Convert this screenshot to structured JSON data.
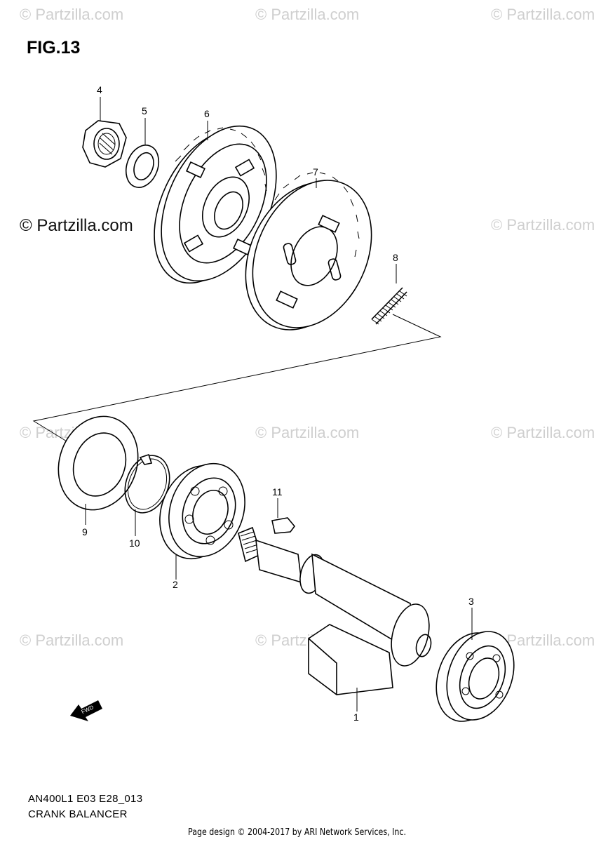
{
  "figure": {
    "title": "FIG.13"
  },
  "watermark": {
    "text": "© Partzilla.com",
    "primary_text": "© Partzilla.com"
  },
  "labels": {
    "model_code": "AN400L1 E03 E28_013",
    "diagram_title": "CRANK BALANCER"
  },
  "footer": {
    "text": "Page design © 2004-2017 by ARI Network Services, Inc."
  },
  "callouts": [
    {
      "number": "1"
    },
    {
      "number": "2"
    },
    {
      "number": "3"
    },
    {
      "number": "4"
    },
    {
      "number": "5"
    },
    {
      "number": "6"
    },
    {
      "number": "7"
    },
    {
      "number": "8"
    },
    {
      "number": "9"
    },
    {
      "number": "10"
    },
    {
      "number": "11"
    }
  ],
  "fwd_arrow": {
    "text": "FWD"
  }
}
